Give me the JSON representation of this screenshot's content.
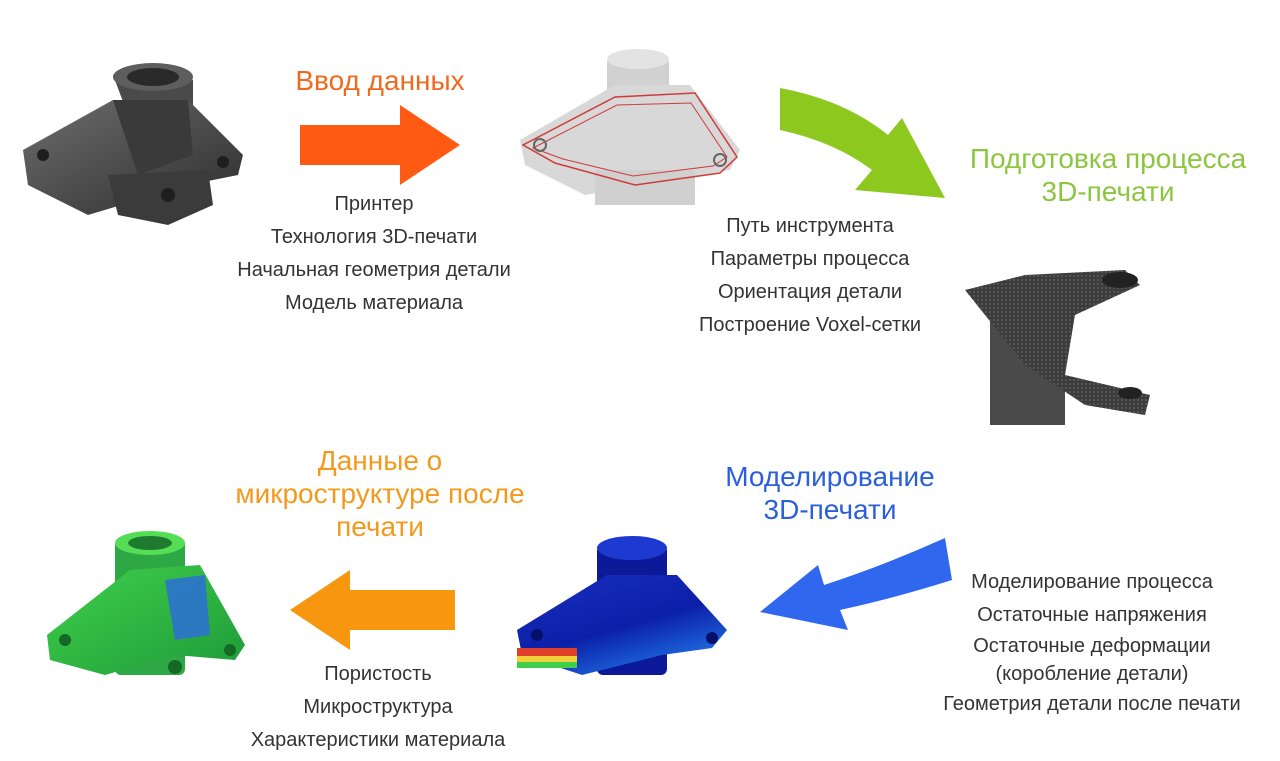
{
  "steps": [
    {
      "title_lines": [
        "Ввод данных"
      ],
      "color": "#ef6a1e",
      "items": [
        "Принтер",
        "Технология 3D-печати",
        "Начальная геометрия детали",
        "Модель материала"
      ]
    },
    {
      "title_lines": [
        "Подготовка процесса",
        "3D-печати"
      ],
      "color": "#8cc63f",
      "items": [
        "Путь инструмента",
        "Параметры процесса",
        "Ориентация детали",
        "Построение Voxel-сетки"
      ]
    },
    {
      "title_lines": [
        "Моделирование",
        "3D-печати"
      ],
      "color": "#2b5fd9",
      "items": [
        "Моделирование процесса",
        "Остаточные напряжения",
        "Остаточные деформации",
        "(коробление детали)",
        "Геометрия детали после печати"
      ]
    },
    {
      "title_lines": [
        "Данные о",
        "микроструктуре после",
        "печати"
      ],
      "color": "#f39a1e",
      "items": [
        "Пористость",
        "Микроструктура",
        "Характеристики материала"
      ]
    }
  ],
  "arrows": [
    {
      "color": "#ff5a14"
    },
    {
      "color": "#8cc81e"
    },
    {
      "color": "#2f68ee"
    },
    {
      "color": "#f7960f"
    }
  ]
}
